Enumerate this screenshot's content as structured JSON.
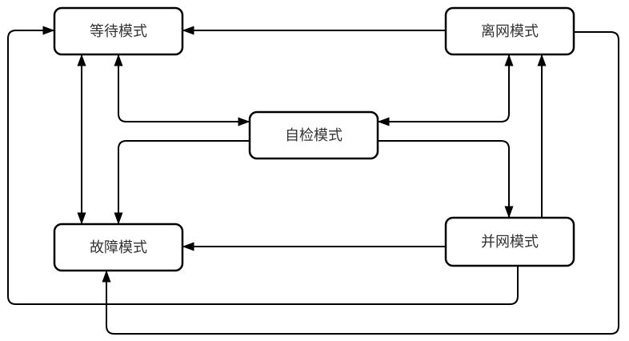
{
  "diagram": {
    "type": "state-transition-flowchart",
    "nodes": {
      "waiting": {
        "label": "等待模式"
      },
      "offgrid": {
        "label": "离网模式"
      },
      "selfcheck": {
        "label": "自检模式"
      },
      "fault": {
        "label": "故障模式"
      },
      "grid": {
        "label": "并网模式"
      }
    },
    "edges": [
      {
        "from": "offgrid",
        "to": "waiting",
        "bidirectional": false
      },
      {
        "from": "waiting",
        "to": "fault",
        "bidirectional": true
      },
      {
        "from": "waiting",
        "to": "selfcheck",
        "bidirectional": true
      },
      {
        "from": "selfcheck",
        "to": "fault",
        "bidirectional": false
      },
      {
        "from": "offgrid",
        "to": "selfcheck",
        "bidirectional": true
      },
      {
        "from": "selfcheck",
        "to": "grid",
        "bidirectional": false
      },
      {
        "from": "grid",
        "to": "offgrid",
        "bidirectional": false
      },
      {
        "from": "grid",
        "to": "fault",
        "bidirectional": false
      },
      {
        "from": "grid",
        "to": "waiting",
        "bidirectional": false
      },
      {
        "from": "offgrid",
        "to": "fault",
        "bidirectional": false
      }
    ],
    "colors": {
      "stroke": "#000000",
      "node_fill": "#ffffff",
      "text": "#333333",
      "background": "#ffffff"
    }
  }
}
